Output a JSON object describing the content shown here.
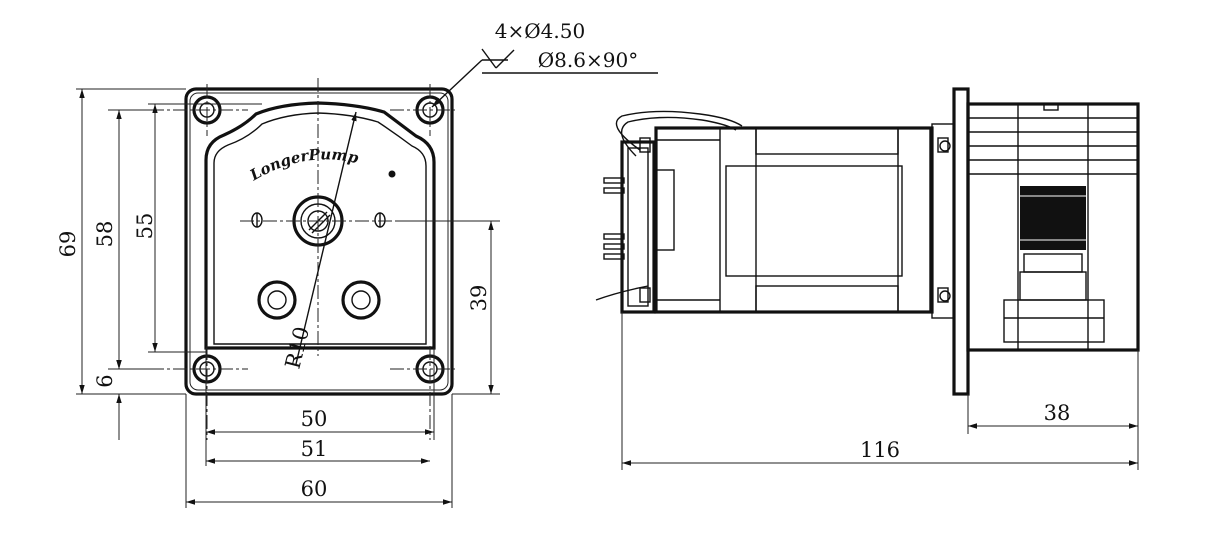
{
  "front_view": {
    "brand_logo": "LongerPump",
    "radius_label": "R10",
    "dims": {
      "overall_height": "69",
      "hole_spacing_v": "58",
      "inner_height": "55",
      "shaft_height": "39",
      "base_offset": "6",
      "inner_width": "50",
      "hole_spacing_h": "51",
      "overall_width": "60"
    },
    "hole_callout": {
      "line1": "4×Ø4.50",
      "line2": "Ø8.6×90°"
    }
  },
  "side_view": {
    "dims": {
      "head_depth": "38",
      "total_length": "116"
    }
  }
}
